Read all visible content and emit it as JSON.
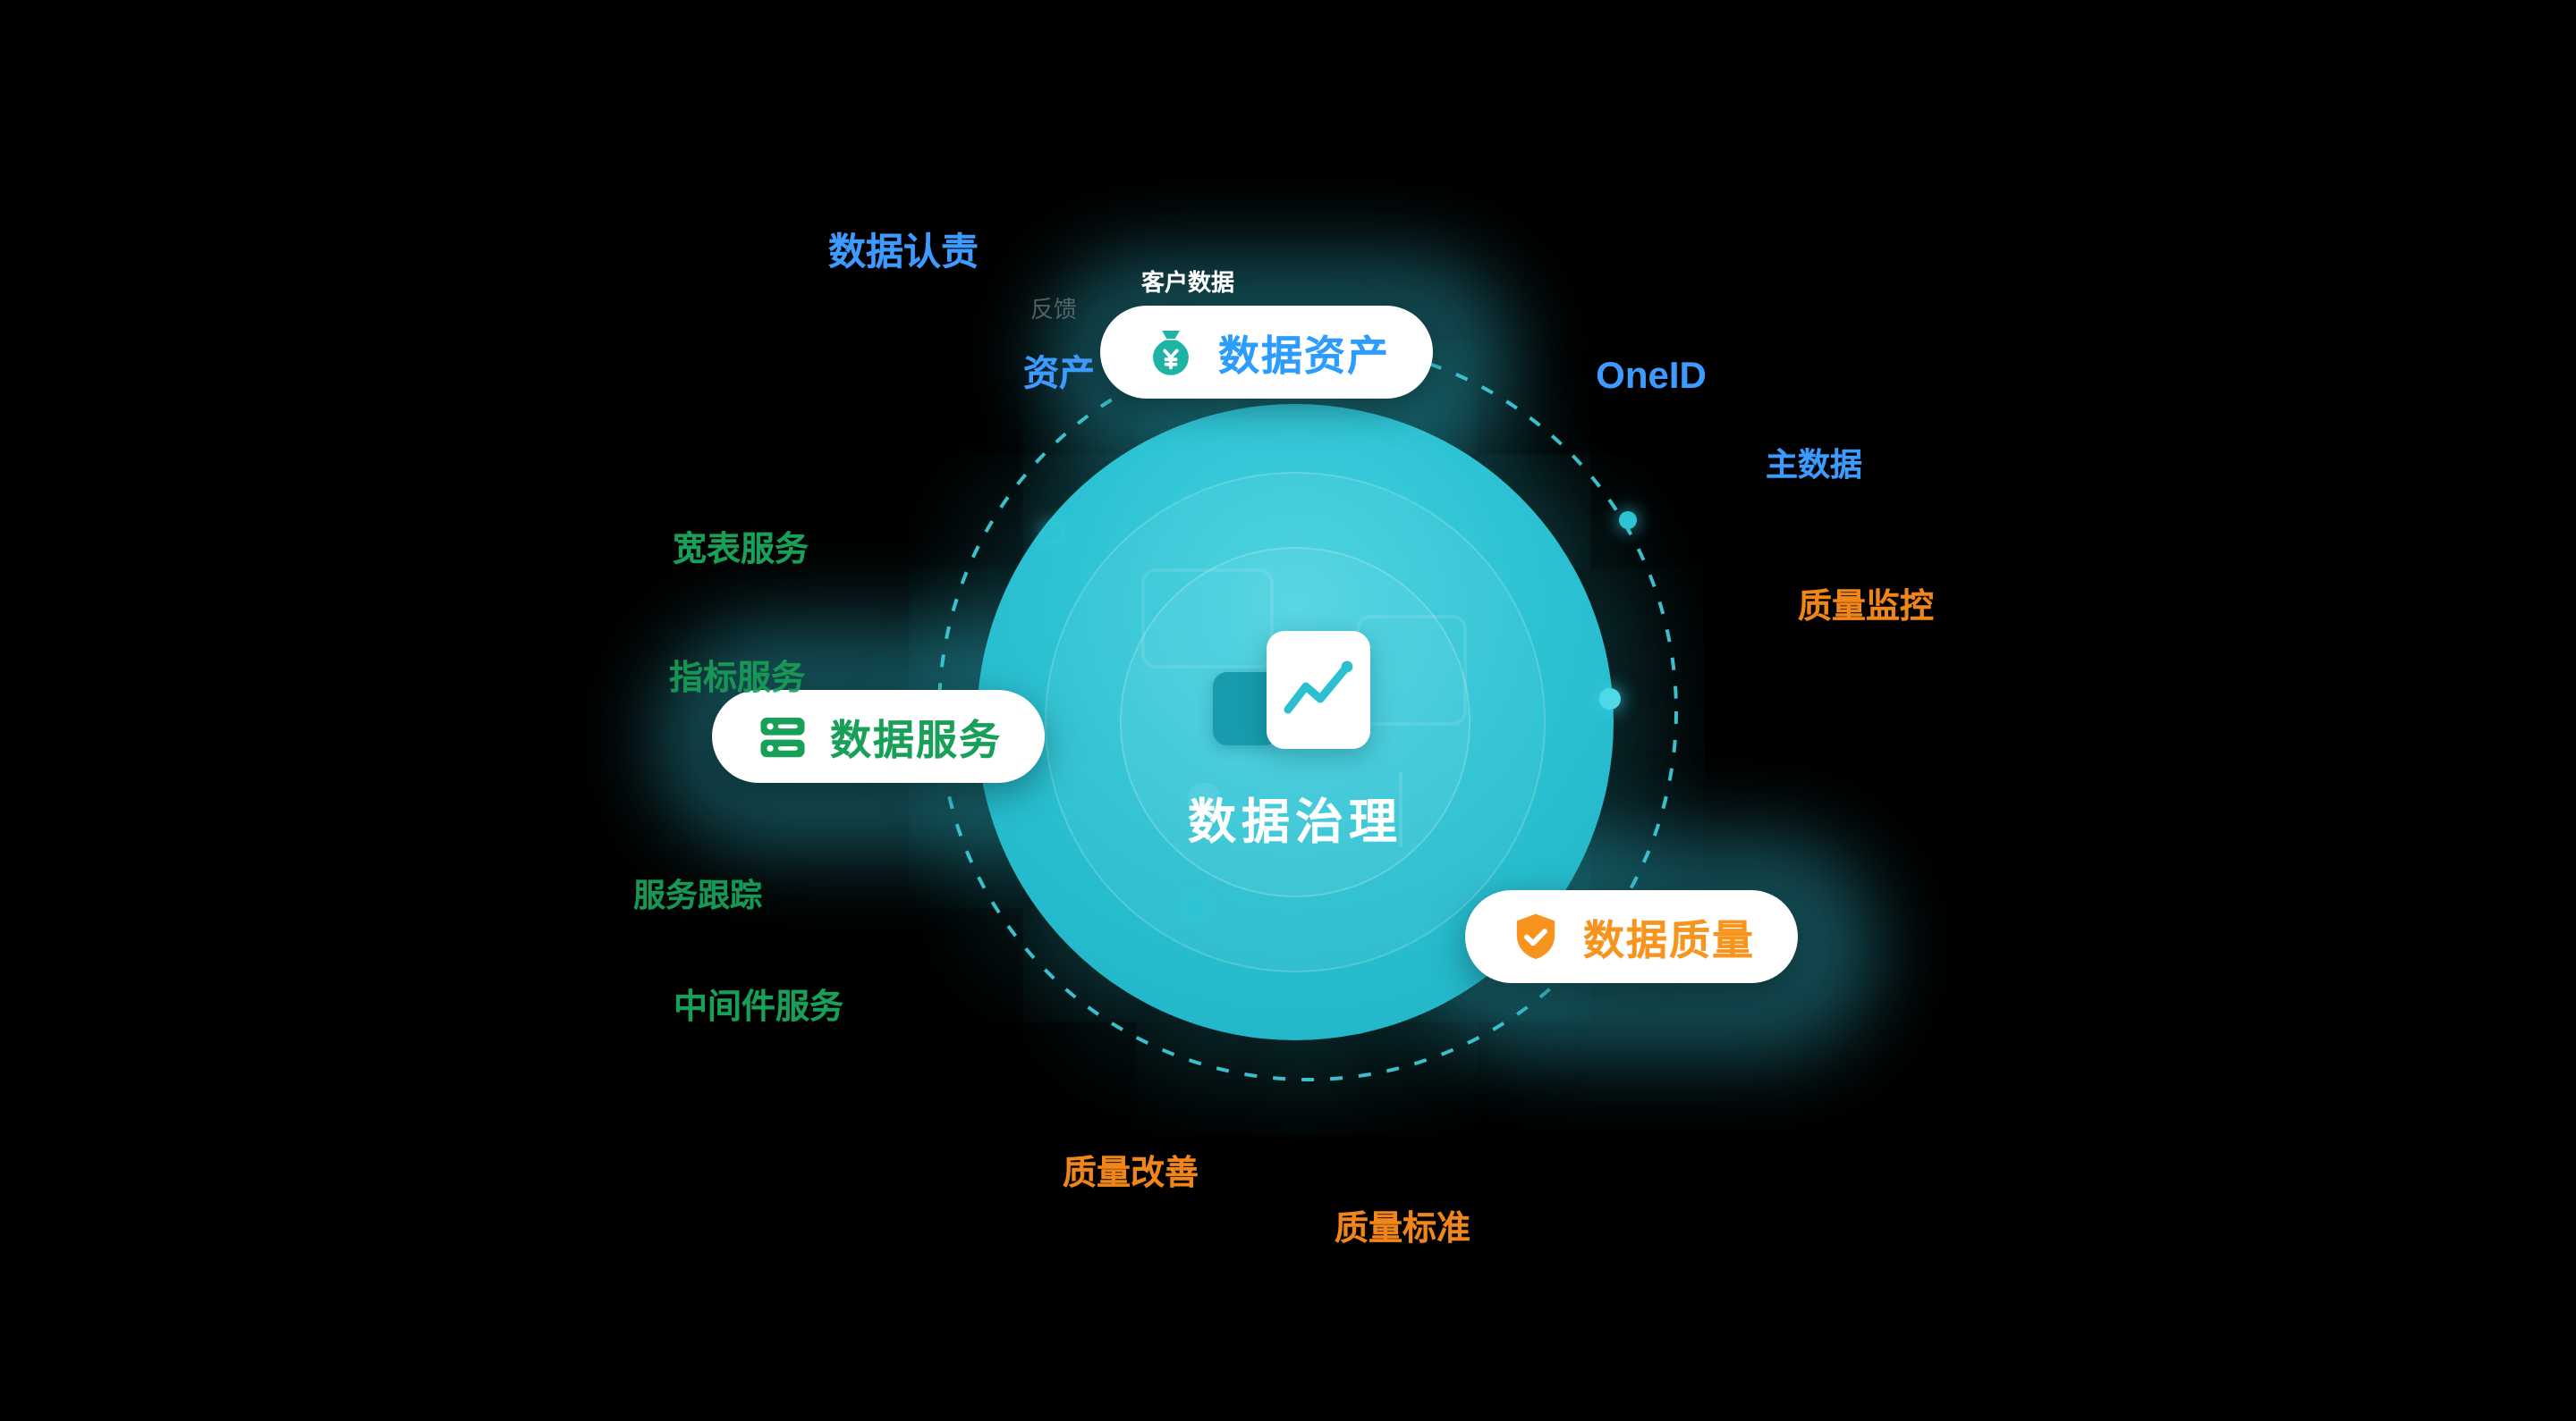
{
  "diagram": {
    "title": "数据治理",
    "nodes": [
      {
        "id": "data-asset",
        "label": "数据资产",
        "icon": "money-bag-icon",
        "text_color": "#2D9CFF",
        "icon_color": "#1FB3A5"
      },
      {
        "id": "data-service",
        "label": "数据服务",
        "icon": "server-stack-icon",
        "text_color": "#18A058",
        "icon_color": "#18A058"
      },
      {
        "id": "data-quality",
        "label": "数据质量",
        "icon": "shield-check-icon",
        "text_color": "#F7941E",
        "icon_color": "#F7941E"
      }
    ],
    "labels": [
      {
        "text": "数据认责",
        "color": "#3D9BFF"
      },
      {
        "text": "客户数据",
        "color": "#FFFFFF"
      },
      {
        "text": "反馈",
        "color": "#8C9B9B"
      },
      {
        "text": "资产",
        "color": "#3D9BFF"
      },
      {
        "text": "OneID",
        "color": "#3D9BFF"
      },
      {
        "text": "主数据",
        "color": "#3D9BFF"
      },
      {
        "text": "质量监控",
        "color": "#F08519"
      },
      {
        "text": "宽表服务",
        "color": "#18A058"
      },
      {
        "text": "指标服务",
        "color": "#18A058"
      },
      {
        "text": "服务跟踪",
        "color": "#18A058"
      },
      {
        "text": "中间件服务",
        "color": "#18A058"
      },
      {
        "text": "质量改善",
        "color": "#F08519"
      },
      {
        "text": "质量标准",
        "color": "#F08519"
      }
    ],
    "colors": {
      "background": "#000000",
      "core_fill": "#2CC2D3",
      "orbit_stroke": "#3FC9D8",
      "glow_blob": "#185C65",
      "pill_background": "#FFFFFF",
      "center_title_color": "#FFFFFF"
    }
  }
}
